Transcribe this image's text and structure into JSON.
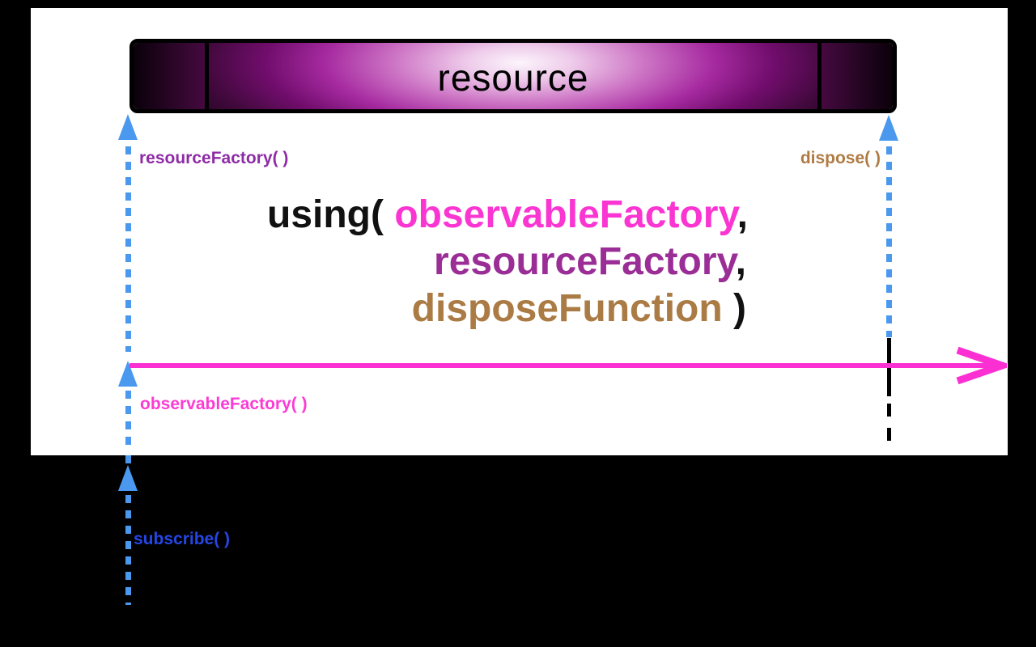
{
  "diagram": {
    "resource_bar": {
      "label": "resource"
    },
    "labels": {
      "resource_factory": "resourceFactory( )",
      "dispose": "dispose( )",
      "observable_factory": "observableFactory( )",
      "subscribe": "subscribe( )"
    },
    "signature": {
      "fn_open": "using( ",
      "arg1": "observableFactory",
      "comma1": ",",
      "arg2": "resourceFactory",
      "comma2": ",",
      "arg3": "disposeFunction",
      "close_paren": " )"
    },
    "colors": {
      "background": "#000000",
      "panel": "#ffffff",
      "blue_arrow": "#4a99ef",
      "magenta_timeline": "#fb2fd2",
      "label_resource_factory": "#8e2ba6",
      "label_dispose": "#b07b42",
      "label_observable_factory": "#fb3bd4",
      "label_subscribe": "#2546e4",
      "signature_arg1": "#fb35d2",
      "signature_arg2": "#9a2d96",
      "signature_arg3": "#ab7b45",
      "bar_gradient_dark": "#270624",
      "bar_gradient_bright": "#a62aa0",
      "bar_gradient_light": "#fcf5fc"
    }
  }
}
